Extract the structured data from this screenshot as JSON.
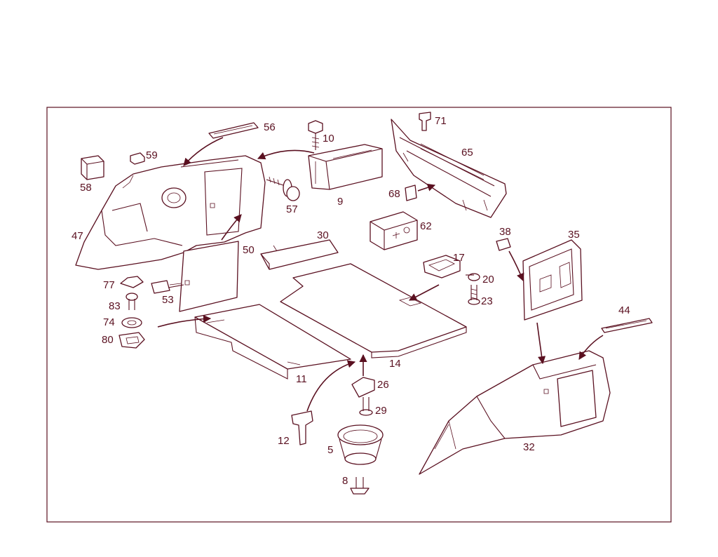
{
  "colors": {
    "ink": "#5a1020",
    "background": "#ffffff"
  },
  "callouts": [
    {
      "number": "56"
    },
    {
      "number": "10"
    },
    {
      "number": "59"
    },
    {
      "number": "58"
    },
    {
      "number": "57"
    },
    {
      "number": "9"
    },
    {
      "number": "47"
    },
    {
      "number": "50"
    },
    {
      "number": "30"
    },
    {
      "number": "71"
    },
    {
      "number": "65"
    },
    {
      "number": "68"
    },
    {
      "number": "62"
    },
    {
      "number": "38"
    },
    {
      "number": "35"
    },
    {
      "number": "17"
    },
    {
      "number": "20"
    },
    {
      "number": "23"
    },
    {
      "number": "77"
    },
    {
      "number": "53"
    },
    {
      "number": "83"
    },
    {
      "number": "74"
    },
    {
      "number": "80"
    },
    {
      "number": "11"
    },
    {
      "number": "14"
    },
    {
      "number": "44"
    },
    {
      "number": "26"
    },
    {
      "number": "29"
    },
    {
      "number": "12"
    },
    {
      "number": "5"
    },
    {
      "number": "8"
    },
    {
      "number": "32"
    }
  ]
}
